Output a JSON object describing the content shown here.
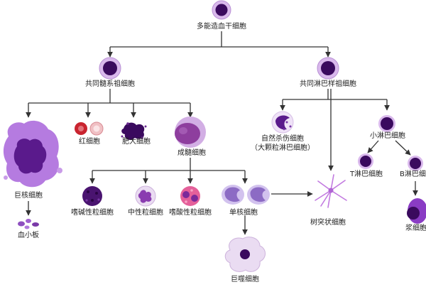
{
  "nodes": {
    "hsc": "多能造血干细胞",
    "cmp": "共同髓系祖细胞",
    "clp": "共同淋巴样祖细胞",
    "megakaryocyte": "巨核细胞",
    "platelet": "血小板",
    "rbc": "红细胞",
    "mast": "肥大细胞",
    "myeloblast": "成髓细胞",
    "basophil": "嗜碱性粒细胞",
    "neutrophil": "中性粒细胞",
    "eosinophil": "嗜酸性粒细胞",
    "monocyte": "单核细胞",
    "macrophage": "巨噬细胞",
    "dendritic": "树突状细胞",
    "nk": "自然杀伤细胞",
    "nk_sub": "（大颗粒淋巴细胞）",
    "small_lymph": "小淋巴细胞",
    "t_cell": "T淋巴细胞",
    "b_cell": "B淋巴细胞",
    "plasma": "浆细胞"
  },
  "colors": {
    "line": "#333333",
    "nucleus": "#3a0a5e",
    "cytoplasm": "#d9b8ec",
    "rbc": "#c9242f",
    "mega_outer": "#b57be0",
    "mega_inner": "#5a1a8c"
  }
}
